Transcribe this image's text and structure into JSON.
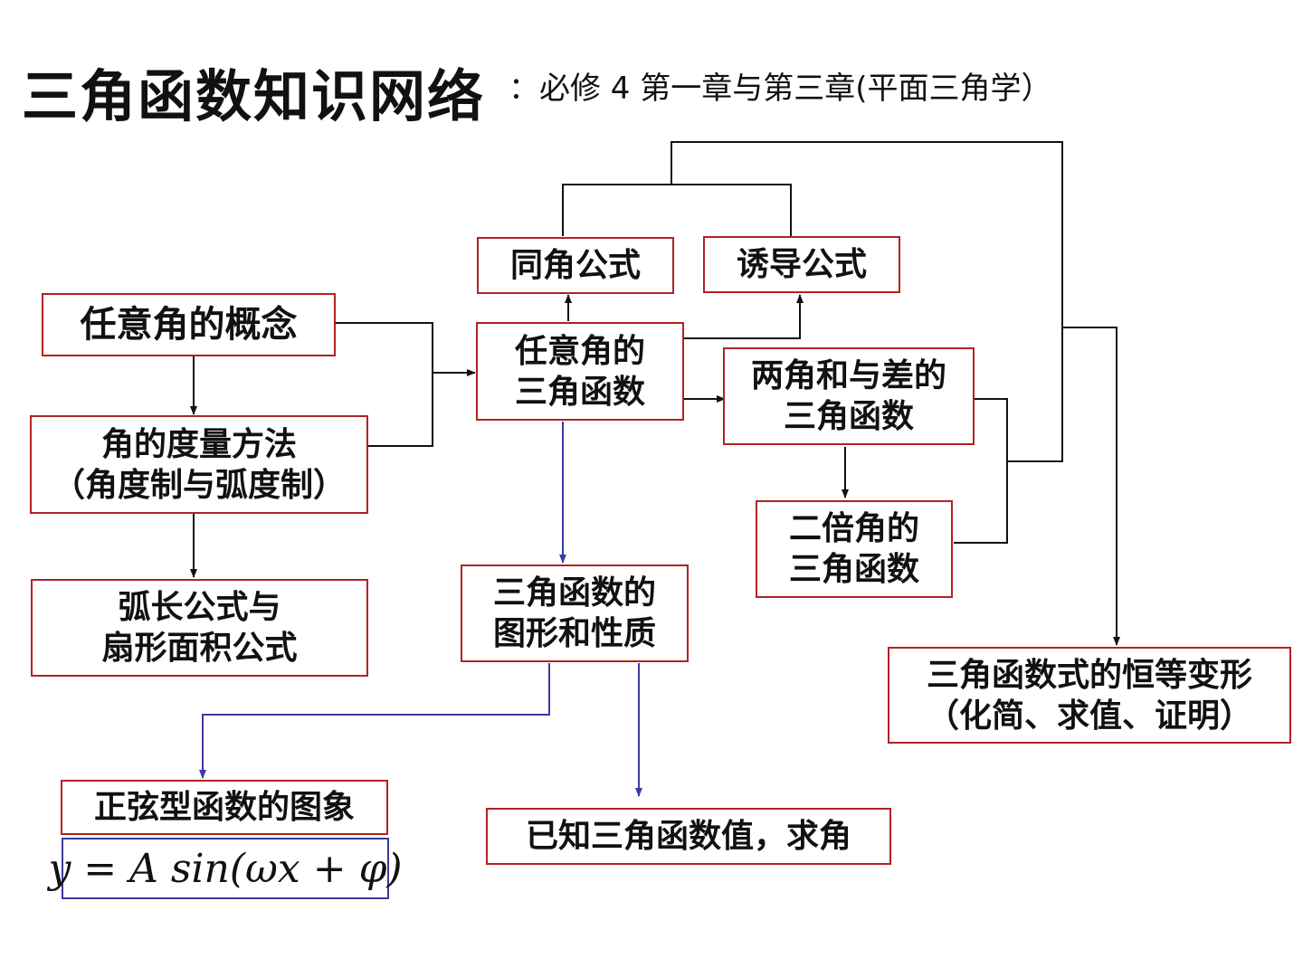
{
  "title": "三角函数知识网络",
  "subtitle": "：必修 4 第一章与第三章(平面三角学）",
  "nodes": {
    "concept": {
      "lines": [
        "任意角的概念"
      ]
    },
    "measure": {
      "lines": [
        "角的度量方法",
        "（角度制与弧度制）"
      ]
    },
    "arc": {
      "lines": [
        "弧长公式与",
        "扇形面积公式"
      ]
    },
    "trig": {
      "lines": [
        "任意角的",
        "三角函数"
      ]
    },
    "same_angle": {
      "lines": [
        "同角公式"
      ]
    },
    "induction": {
      "lines": [
        "诱导公式"
      ]
    },
    "sum_diff": {
      "lines": [
        "两角和与差的",
        "三角函数"
      ]
    },
    "double": {
      "lines": [
        "二倍角的",
        "三角函数"
      ]
    },
    "graph": {
      "lines": [
        "三角函数的",
        "图形和性质"
      ]
    },
    "identity": {
      "lines": [
        "三角函数式的恒等变形",
        "（化简、求值、证明）"
      ]
    },
    "sine_graph": {
      "lines": [
        "正弦型函数的图象"
      ]
    },
    "inverse": {
      "lines": [
        "已知三角函数值，求角"
      ]
    }
  },
  "formula": "y = A sin(ωx + φ)",
  "colors": {
    "box_border": "#b22222",
    "line": "#111111",
    "blue_line": "#3a3aa8",
    "formula_border": "#3a3a9a"
  }
}
